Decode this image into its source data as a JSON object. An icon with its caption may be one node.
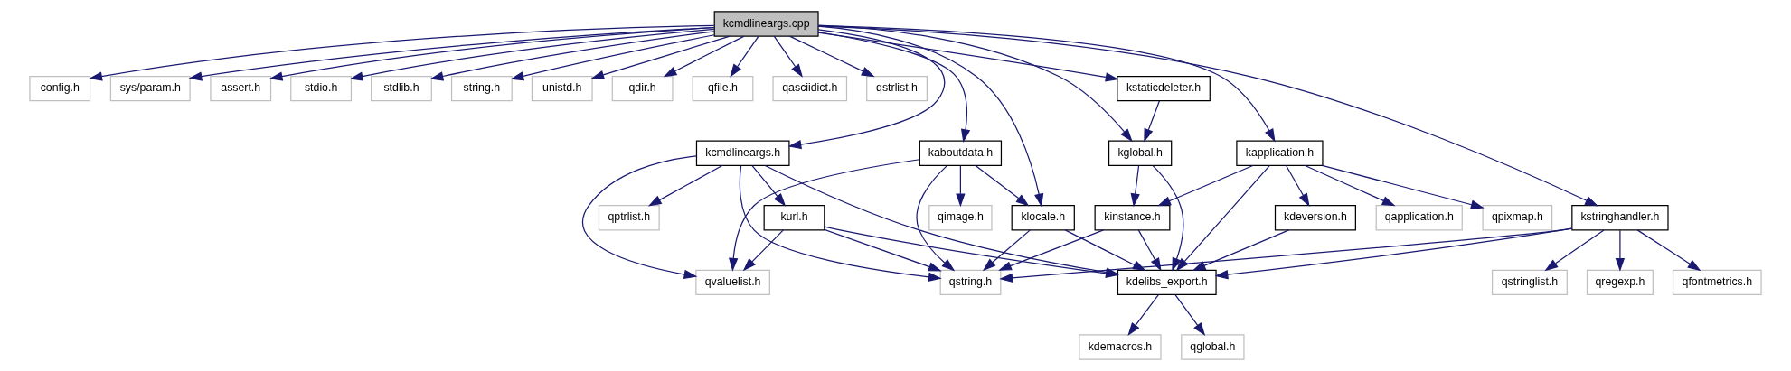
{
  "diagram": {
    "nodes": [
      {
        "text": [
          "kcmdlineargs.cpp"
        ]
      },
      {
        "text": [
          "config.h"
        ]
      },
      {
        "text": [
          "sys/param.h"
        ]
      },
      {
        "text": [
          "assert.h"
        ]
      },
      {
        "text": [
          "stdio.h"
        ]
      },
      {
        "text": [
          "stdlib.h"
        ]
      },
      {
        "text": [
          "string.h"
        ]
      },
      {
        "text": [
          "unistd.h"
        ]
      },
      {
        "text": [
          "qdir.h"
        ]
      },
      {
        "text": [
          "qfile.h"
        ]
      },
      {
        "text": [
          "qasciidict.h"
        ]
      },
      {
        "text": [
          "qstrlist.h"
        ]
      },
      {
        "text": [
          "kstaticdeleter.h"
        ]
      },
      {
        "text": [
          "kcmdlineargs.h"
        ]
      },
      {
        "text": [
          "kaboutdata.h"
        ]
      },
      {
        "text": [
          "kglobal.h"
        ]
      },
      {
        "text": [
          "kapplication.h"
        ]
      },
      {
        "text": [
          "qptrlist.h"
        ]
      },
      {
        "text": [
          "kurl.h"
        ]
      },
      {
        "text": [
          "qimage.h"
        ]
      },
      {
        "text": [
          "klocale.h"
        ]
      },
      {
        "text": [
          "kinstance.h"
        ]
      },
      {
        "text": [
          "qapplication.h"
        ]
      },
      {
        "text": [
          "qpixmap.h"
        ]
      },
      {
        "text": [
          "kdeversion.h"
        ]
      },
      {
        "text": [
          "kstringhandler.h"
        ]
      },
      {
        "text": [
          "qvaluelist.h"
        ]
      },
      {
        "text": [
          "qstring.h"
        ]
      },
      {
        "text": [
          "kdelibs_export.h"
        ]
      },
      {
        "text": [
          "qstringlist.h"
        ]
      },
      {
        "text": [
          "qregexp.h"
        ]
      },
      {
        "text": [
          "qfontmetrics.h"
        ]
      },
      {
        "text": [
          "kdemacros.h"
        ]
      },
      {
        "text": [
          "qglobal.h"
        ]
      }
    ],
    "edges": [
      {
        "from": 0,
        "to": 1,
        "arrow": "to"
      },
      {
        "from": 0,
        "to": 2,
        "arrow": "to"
      },
      {
        "from": 0,
        "to": 3,
        "arrow": "to"
      },
      {
        "from": 0,
        "to": 4,
        "arrow": "to"
      },
      {
        "from": 0,
        "to": 5,
        "arrow": "to"
      },
      {
        "from": 0,
        "to": 6,
        "arrow": "to"
      },
      {
        "from": 0,
        "to": 7,
        "arrow": "to"
      },
      {
        "from": 0,
        "to": 8,
        "arrow": "to"
      },
      {
        "from": 0,
        "to": 9,
        "arrow": "to"
      },
      {
        "from": 0,
        "to": 10,
        "arrow": "to"
      },
      {
        "from": 0,
        "to": 11,
        "arrow": "to"
      },
      {
        "from": 0,
        "to": 12,
        "arrow": "to"
      },
      {
        "from": 0,
        "to": 13,
        "arrow": "to"
      },
      {
        "from": 0,
        "to": 14,
        "arrow": "to"
      },
      {
        "from": 0,
        "to": 15,
        "arrow": "to"
      },
      {
        "from": 0,
        "to": 16,
        "arrow": "to"
      },
      {
        "from": 0,
        "to": 20,
        "arrow": "to"
      },
      {
        "from": 0,
        "to": 25,
        "arrow": "to"
      },
      {
        "from": 12,
        "to": 15,
        "arrow": "to"
      },
      {
        "from": 13,
        "to": 26,
        "arrow": "to"
      },
      {
        "from": 13,
        "to": 17,
        "arrow": "to"
      },
      {
        "from": 13,
        "to": 27,
        "arrow": "to"
      },
      {
        "from": 13,
        "to": 18,
        "arrow": "to"
      },
      {
        "from": 13,
        "to": 28,
        "arrow": "to"
      },
      {
        "from": 14,
        "to": 26,
        "arrow": "to"
      },
      {
        "from": 14,
        "to": 27,
        "arrow": "to"
      },
      {
        "from": 14,
        "to": 19,
        "arrow": "to"
      },
      {
        "from": 14,
        "to": 20,
        "arrow": "to"
      },
      {
        "from": 15,
        "to": 21,
        "arrow": "to"
      },
      {
        "from": 15,
        "to": 28,
        "arrow": "to"
      },
      {
        "from": 16,
        "to": 21,
        "arrow": "to"
      },
      {
        "from": 16,
        "to": 28,
        "arrow": "to"
      },
      {
        "from": 16,
        "to": 22,
        "arrow": "to"
      },
      {
        "from": 16,
        "to": 23,
        "arrow": "to"
      },
      {
        "from": 16,
        "to": 24,
        "arrow": "to"
      },
      {
        "from": 18,
        "to": 26,
        "arrow": "to"
      },
      {
        "from": 18,
        "to": 27,
        "arrow": "to"
      },
      {
        "from": 18,
        "to": 28,
        "arrow": "to"
      },
      {
        "from": 20,
        "to": 27,
        "arrow": "to"
      },
      {
        "from": 20,
        "to": 28,
        "arrow": "to"
      },
      {
        "from": 21,
        "to": 27,
        "arrow": "to"
      },
      {
        "from": 21,
        "to": 28,
        "arrow": "to"
      },
      {
        "from": 24,
        "to": 28,
        "arrow": "to"
      },
      {
        "from": 25,
        "to": 27,
        "arrow": "to"
      },
      {
        "from": 25,
        "to": 28,
        "arrow": "to"
      },
      {
        "from": 25,
        "to": 29,
        "arrow": "to"
      },
      {
        "from": 25,
        "to": 30,
        "arrow": "to"
      },
      {
        "from": 25,
        "to": 31,
        "arrow": "to"
      },
      {
        "from": 28,
        "to": 32,
        "arrow": "to"
      },
      {
        "from": 28,
        "to": 33,
        "arrow": "to"
      }
    ]
  }
}
